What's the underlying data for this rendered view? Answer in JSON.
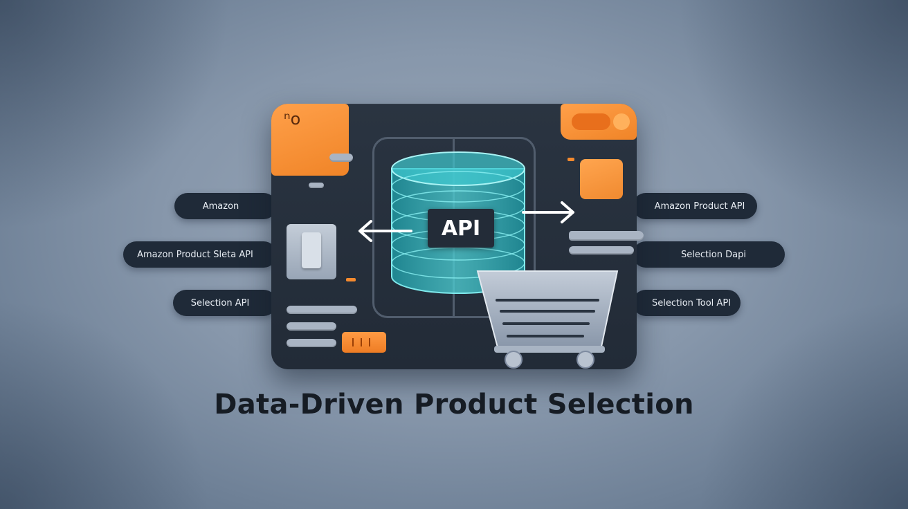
{
  "title": "Data-Driven Product Selection",
  "center_label": "API",
  "corner_glyph": "ⁿo",
  "left_labels": [
    "Amazon",
    "Amazon Product Sleta API",
    "Selection  API"
  ],
  "right_labels": [
    "Amazon Product API",
    "Selection Dapi",
    "Selection Tool API"
  ],
  "icons": {
    "database": "database-icon",
    "cart": "shopping-cart-icon",
    "arrow_left": "arrow-left-icon",
    "arrow_right": "arrow-right-icon"
  },
  "colors": {
    "accent": "#f08427",
    "panel": "#232c38",
    "database": "#39c6cf"
  }
}
